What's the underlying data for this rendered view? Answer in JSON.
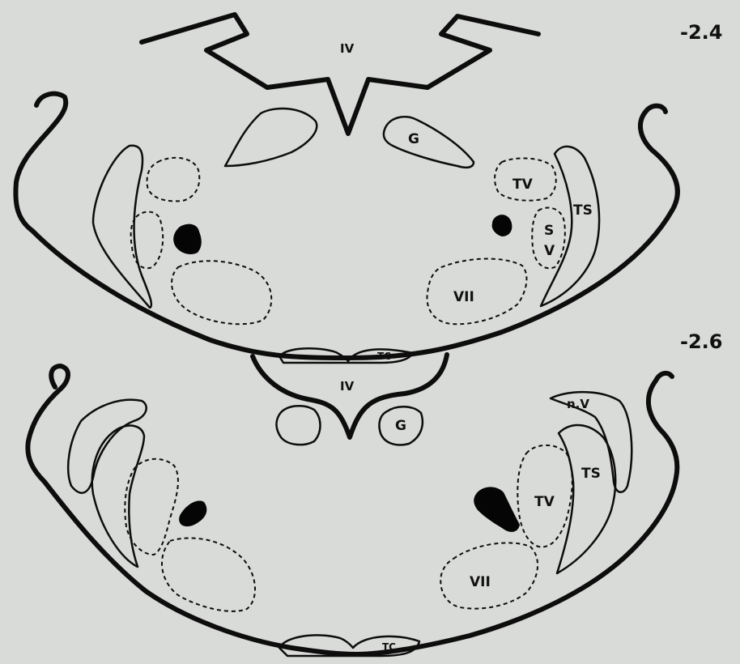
{
  "sections": [
    {
      "level": "-2.4",
      "labels": {
        "ventricle": "IV",
        "genu": "G",
        "tv": "TV",
        "ts": "TS",
        "sv_s": "S",
        "sv_v": "V",
        "vii": "VII",
        "tc": "TC"
      }
    },
    {
      "level": "-2.6",
      "labels": {
        "ventricle": "IV",
        "genu": "G",
        "nv": "n.V",
        "ts": "TS",
        "tv": "TV",
        "vii": "VII",
        "tc": "TC"
      }
    }
  ]
}
